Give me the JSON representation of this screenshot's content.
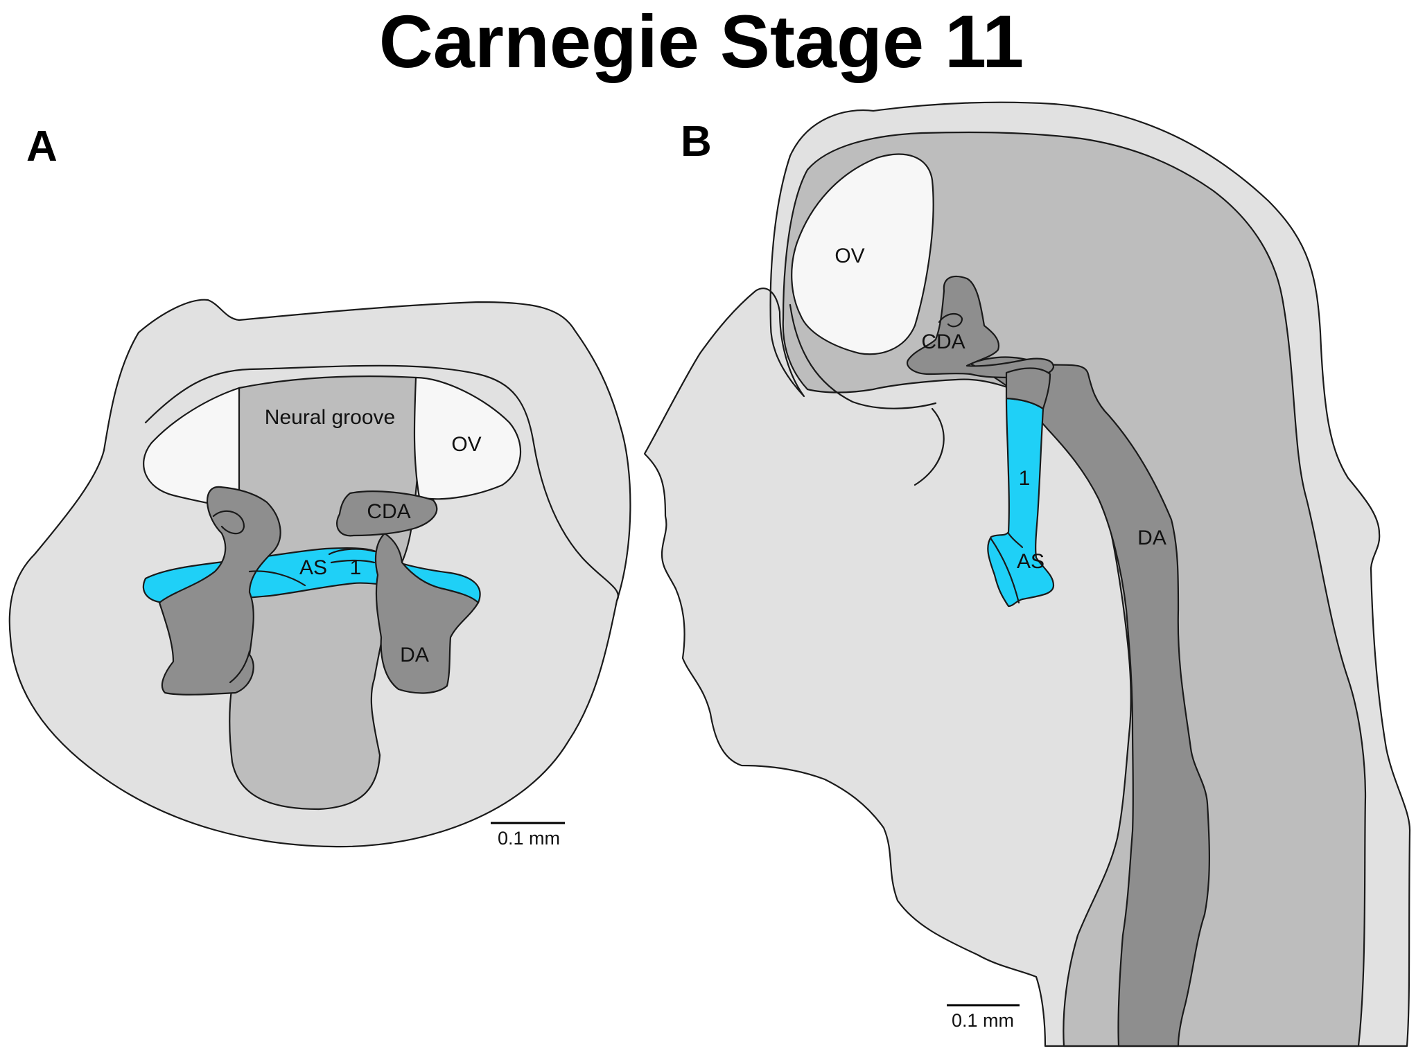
{
  "title": "Carnegie Stage 11",
  "colors": {
    "outer_tissue": "#e1e1e1",
    "inner_tissue": "#bdbdbd",
    "vessel_dark": "#8e8e8e",
    "otic_vesicle": "#f7f7f7",
    "arterial_sac": "#1fd0f7",
    "outline": "#1a1a1a"
  },
  "panel_a": {
    "letter": "A",
    "labels": {
      "neural_groove": "Neural groove",
      "ov": "OV",
      "cda": "CDA",
      "as": "AS",
      "arch": "1",
      "da": "DA"
    },
    "scale_bar": "0.1 mm"
  },
  "panel_b": {
    "letter": "B",
    "labels": {
      "ov": "OV",
      "cda": "CDA",
      "arch": "1",
      "as": "AS",
      "da": "DA"
    },
    "scale_bar": "0.1 mm"
  }
}
